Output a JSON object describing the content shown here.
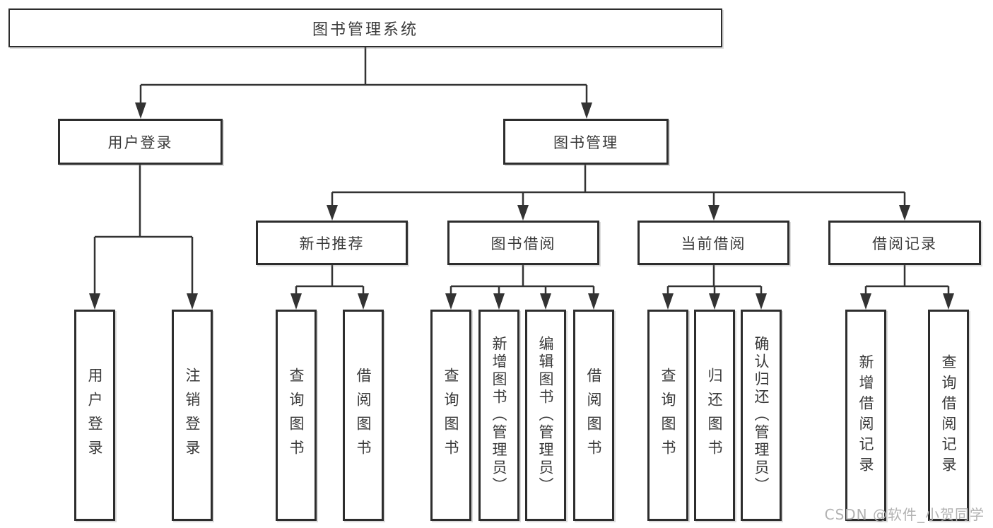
{
  "diagram": {
    "watermark": "CSDN @软件_小贺同学",
    "colors": {
      "line": "#333333",
      "node_border": "#2d2d2d",
      "node_background": "#ffffff",
      "text": "#3a3a3a",
      "watermark_text": "#b2b2b2"
    },
    "tree": {
      "root": "图书管理系统",
      "children": [
        {
          "label": "用户登录",
          "children": [
            "用户登录",
            "注销登录"
          ]
        },
        {
          "label": "图书管理",
          "children": [
            {
              "label": "新书推荐",
              "children": [
                "查询图书",
                "借阅图书"
              ]
            },
            {
              "label": "图书借阅",
              "children": [
                "查询图书",
                "新增图书（管理员）",
                "编辑图书（管理员）",
                "借阅图书"
              ]
            },
            {
              "label": "当前借阅",
              "children": [
                "查询图书",
                "归还图书",
                "确认归还（管理员）"
              ]
            },
            {
              "label": "借阅记录",
              "children": [
                "新增借阅记录",
                "查询借阅记录"
              ]
            }
          ]
        }
      ]
    }
  }
}
